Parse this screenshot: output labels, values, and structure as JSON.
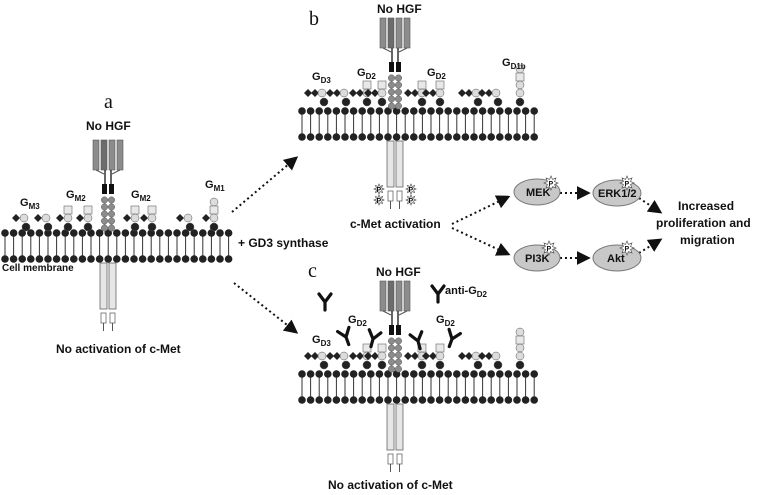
{
  "panels": {
    "a": {
      "letter": "a",
      "receptor_label": "No HGF",
      "gangliosides": {
        "g1": "M3",
        "g2": "M2",
        "g3": "M2",
        "g4": "M1"
      },
      "membrane_label": "Cell membrane",
      "caption": "No activation of c-Met"
    },
    "b": {
      "letter": "b",
      "receptor_label": "No HGF",
      "gangliosides": {
        "g1": "D3",
        "g2": "D2",
        "g3": "D2",
        "g4": "D1b"
      },
      "caption": "c-Met activation"
    },
    "c": {
      "letter": "c",
      "receptor_label": "No HGF",
      "gangliosides": {
        "g1": "D3",
        "g2": "D2",
        "g3": "D2"
      },
      "antibody_label": "anti-G",
      "antibody_sub": "D2",
      "caption": "No activation of c-Met"
    }
  },
  "transition_label": "+ GD3 synthase",
  "ganglioside_letter": "G",
  "pathway": {
    "nodes": {
      "mek": "MEK",
      "erk": "ERK1/2",
      "pi3k": "PI3K",
      "akt": "Akt"
    },
    "phospho": "P",
    "outcome": {
      "line1": "Increased",
      "line2": "proliferation and",
      "line3": "migration"
    }
  },
  "colors": {
    "dark": "#222222",
    "mid": "#8c8c8c",
    "light": "#dcdcdc",
    "node_fill": "#c8c8c8"
  }
}
